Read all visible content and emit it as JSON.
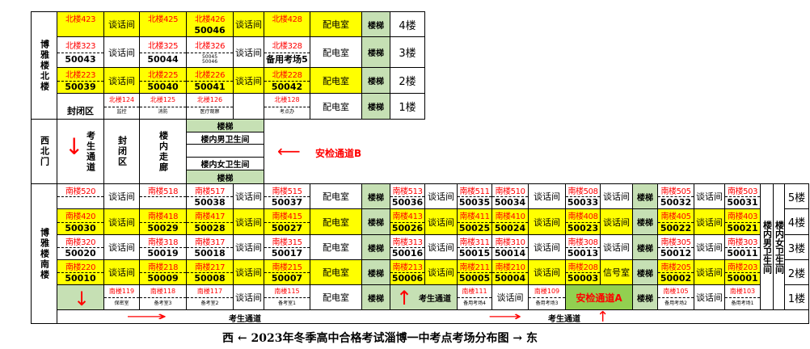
{
  "colors": {
    "yellow": "#ffff00",
    "stairs_green": "#c6e0b4",
    "checkpoint_green": "#92d050",
    "red": "#ff0000"
  },
  "north": {
    "building": "博雅楼北楼",
    "floors": [
      {
        "floor": "4楼",
        "cells": [
          {
            "room": "北楼423"
          },
          {
            "label": "谈话间"
          },
          {
            "room": "北楼425"
          },
          {
            "room": "北楼426",
            "exam": [
              "50046"
            ]
          },
          {
            "label": "谈话间"
          },
          {
            "room": "北楼428"
          },
          {
            "label": "配电室"
          },
          {
            "label": "楼梯"
          }
        ]
      },
      {
        "floor": "3楼",
        "cells": [
          {
            "room": "北楼323",
            "exam": [
              "50043"
            ]
          },
          {
            "label": "谈话间"
          },
          {
            "room": "北楼325",
            "exam": [
              "50044"
            ]
          },
          {
            "room": "北楼326",
            "exam": [
              "50045",
              "50046"
            ]
          },
          {
            "label": "谈话间"
          },
          {
            "room": "北楼328",
            "exam": [
              "备用考场5"
            ]
          },
          {
            "label": "配电室"
          },
          {
            "label": "楼梯"
          }
        ]
      },
      {
        "floor": "2楼",
        "cells": [
          {
            "room": "北楼223",
            "exam": [
              "50039"
            ]
          },
          {
            "label": "谈话间"
          },
          {
            "room": "北楼225",
            "exam": [
              "50040"
            ]
          },
          {
            "room": "北楼226",
            "exam": [
              "50041"
            ]
          },
          {
            "label": "谈话间"
          },
          {
            "room": "北楼228",
            "exam": [
              "50042"
            ]
          },
          {
            "label": "配电室"
          },
          {
            "label": "楼梯"
          }
        ]
      },
      {
        "floor": "1楼",
        "cells": [
          {
            "label": "封闭区"
          },
          {
            "room": "北楼124",
            "exam": [
              "监控"
            ]
          },
          {
            "room": "北楼125",
            "exam": [
              "消防"
            ]
          },
          {
            "room": "北楼126",
            "exam": [
              "医疗观察"
            ]
          },
          {
            "label": ""
          },
          {
            "room": "北楼128",
            "exam": [
              "考点办"
            ]
          },
          {
            "label": "配电室"
          },
          {
            "label": "楼梯"
          }
        ]
      }
    ]
  },
  "middle": {
    "gate": "西北门",
    "student_passage": "考生通道",
    "closed_area": "封闭区",
    "corridor": "楼内走廊",
    "stairs_top": "楼梯",
    "male_toilet": "楼内男卫生间",
    "female_toilet": "楼内女卫生间",
    "stairs_bottom": "楼梯",
    "checkpoint_b": "安检通道B"
  },
  "south": {
    "building": "博雅楼南楼",
    "male_toilet": "楼内男卫生间",
    "female_toilet": "楼内女卫生间",
    "floors": [
      {
        "floor": "5楼",
        "cells": [
          {
            "room": "南楼520",
            "exam": [
              ""
            ]
          },
          {
            "label": "谈话间"
          },
          {
            "room": "南楼518",
            "exam": [
              ""
            ]
          },
          {
            "room": "南楼517",
            "exam": [
              "50038"
            ]
          },
          {
            "label": "谈话间"
          },
          {
            "room": "南楼515",
            "exam": [
              "50037"
            ]
          },
          {
            "label": "配电室"
          },
          {
            "label": "楼梯"
          },
          {
            "room": "南楼513",
            "exam": [
              "50036"
            ]
          },
          {
            "label": "谈话间"
          },
          {
            "room": "南楼511",
            "exam": [
              "50035"
            ]
          },
          {
            "room": "南楼510",
            "exam": [
              "50034"
            ]
          },
          {
            "label": "谈话间"
          },
          {
            "room": "南楼508",
            "exam": [
              "50033"
            ]
          },
          {
            "label": "谈话间"
          },
          {
            "label": "楼梯"
          },
          {
            "room": "南楼505",
            "exam": [
              "50032"
            ]
          },
          {
            "label": "谈话间"
          },
          {
            "room": "南楼503",
            "exam": [
              "50031"
            ]
          }
        ]
      },
      {
        "floor": "4楼",
        "cells": [
          {
            "room": "南楼420",
            "exam": [
              "50030"
            ]
          },
          {
            "label": "谈话间"
          },
          {
            "room": "南楼418",
            "exam": [
              "50029"
            ]
          },
          {
            "room": "南楼417",
            "exam": [
              "50028"
            ]
          },
          {
            "label": "谈话间"
          },
          {
            "room": "南楼415",
            "exam": [
              "50027"
            ]
          },
          {
            "label": "配电室"
          },
          {
            "label": "楼梯"
          },
          {
            "room": "南楼413",
            "exam": [
              "50026"
            ]
          },
          {
            "label": "谈话间"
          },
          {
            "room": "南楼411",
            "exam": [
              "50025"
            ]
          },
          {
            "room": "南楼410",
            "exam": [
              "50024"
            ]
          },
          {
            "label": "谈话间"
          },
          {
            "room": "南楼408",
            "exam": [
              "50023"
            ]
          },
          {
            "label": "谈话间"
          },
          {
            "label": "楼梯"
          },
          {
            "room": "南楼405",
            "exam": [
              "50022"
            ]
          },
          {
            "label": "谈话间"
          },
          {
            "room": "南楼403",
            "exam": [
              "50021"
            ]
          }
        ]
      },
      {
        "floor": "3楼",
        "cells": [
          {
            "room": "南楼320",
            "exam": [
              "50020"
            ]
          },
          {
            "label": "谈话间"
          },
          {
            "room": "南楼318",
            "exam": [
              "50019"
            ]
          },
          {
            "room": "南楼317",
            "exam": [
              "50018"
            ]
          },
          {
            "label": "谈话间"
          },
          {
            "room": "南楼315",
            "exam": [
              "50017"
            ]
          },
          {
            "label": "配电室"
          },
          {
            "label": "楼梯"
          },
          {
            "room": "南楼313",
            "exam": [
              "50016"
            ]
          },
          {
            "label": "谈话间"
          },
          {
            "room": "南楼311",
            "exam": [
              "50015"
            ]
          },
          {
            "room": "南楼310",
            "exam": [
              "50014"
            ]
          },
          {
            "label": "谈话间"
          },
          {
            "room": "南楼308",
            "exam": [
              "50013"
            ]
          },
          {
            "label": "谈话间"
          },
          {
            "label": "楼梯"
          },
          {
            "room": "南楼305",
            "exam": [
              "50012"
            ]
          },
          {
            "label": "谈话间"
          },
          {
            "room": "南楼303",
            "exam": [
              "50011"
            ]
          }
        ]
      },
      {
        "floor": "2楼",
        "cells": [
          {
            "room": "南楼220",
            "exam": [
              "50010"
            ]
          },
          {
            "label": "谈话间"
          },
          {
            "room": "南楼218",
            "exam": [
              "50009"
            ]
          },
          {
            "room": "南楼217",
            "exam": [
              "50008"
            ]
          },
          {
            "label": "谈话间"
          },
          {
            "room": "南楼215",
            "exam": [
              "50007"
            ]
          },
          {
            "label": "配电室"
          },
          {
            "label": "楼梯"
          },
          {
            "room": "南楼213",
            "exam": [
              "50006"
            ]
          },
          {
            "label": "谈话间"
          },
          {
            "room": "南楼211",
            "exam": [
              "50005"
            ]
          },
          {
            "room": "南楼210",
            "exam": [
              "50004"
            ]
          },
          {
            "label": "谈话间"
          },
          {
            "room": "南楼208",
            "exam": [
              "50003"
            ]
          },
          {
            "label": "信号室"
          },
          {
            "label": "楼梯"
          },
          {
            "room": "南楼205",
            "exam": [
              "50002"
            ]
          },
          {
            "label": "谈话间"
          },
          {
            "room": "南楼203",
            "exam": [
              "50001"
            ]
          }
        ]
      },
      {
        "floor": "1楼",
        "cells": [
          {
            "label": ""
          },
          {
            "room": "南楼119",
            "exam": [
              "保密室"
            ]
          },
          {
            "room": "南楼118",
            "exam": [
              "备考室3"
            ]
          },
          {
            "room": "南楼117",
            "exam": [
              "备考室2"
            ]
          },
          {
            "label": "谈话间"
          },
          {
            "room": "南楼115",
            "exam": [
              "备考室1"
            ]
          },
          {
            "label": "配电室"
          },
          {
            "label": "楼梯"
          },
          {
            "label": "考生通道"
          },
          {
            "room": "南楼111",
            "exam": [
              "备用考场4"
            ]
          },
          {
            "label": "谈话间"
          },
          {
            "room": "南楼109",
            "exam": [
              "备用考场3"
            ]
          },
          {
            "label": "安检通道A"
          },
          {
            "label": "楼梯"
          },
          {
            "room": "南楼105",
            "exam": [
              "备用考场2"
            ]
          },
          {
            "label": "谈话间"
          },
          {
            "room": "南楼103",
            "exam": [
              "备用考场1"
            ]
          }
        ]
      }
    ],
    "passage_west": "考生通道",
    "passage_east": "考生通道"
  },
  "title": "西 ← 2023年冬季高中合格考试淄博一中考点考场分布图 → 东"
}
